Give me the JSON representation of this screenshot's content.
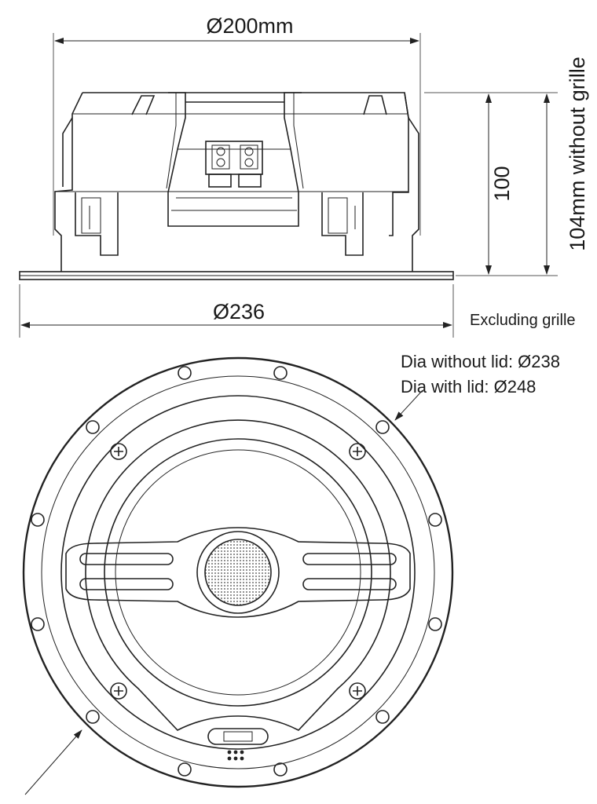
{
  "labels": {
    "top_diameter": "Ø200mm",
    "bottom_diameter": "Ø236",
    "depth": "100",
    "depth_total": "104mm  without grille",
    "excluding_grille": "Excluding grille",
    "dia_without_lid": "Dia without lid: Ø238",
    "dia_with_lid": "Dia with lid: Ø248"
  }
}
